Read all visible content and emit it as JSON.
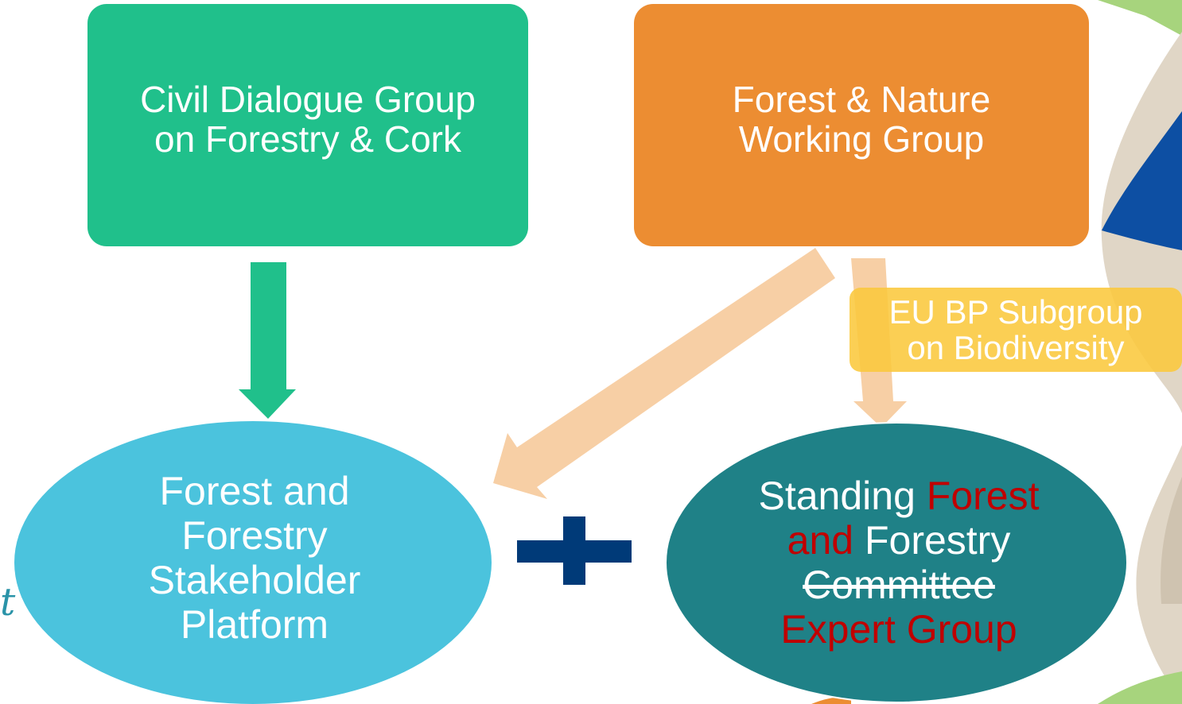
{
  "diagram": {
    "green_box": {
      "line1": "Civil Dialogue Group",
      "line2": "on Forestry & Cork"
    },
    "orange_box": {
      "line1": "Forest & Nature",
      "line2": "Working Group"
    },
    "subgroup_box": {
      "line1": "EU BP Subgroup",
      "line2": "on Biodiversity"
    },
    "platform": {
      "line1": "Forest and",
      "line2": "Forestry",
      "line3": "Stakeholder",
      "line4": "Platform"
    },
    "expert_group": {
      "line1_plain": "Standing ",
      "line1_red": "Forest",
      "line2_red": "and",
      "line2_plain": " Forestry",
      "line3_struck": "Committee",
      "line4_red": "Expert Group"
    },
    "side_fragment": "t",
    "colors": {
      "green": "#20c08b",
      "orange": "#ec8d32",
      "light_orange_arrow": "#f7cfa5",
      "yellow": "#fac83c",
      "light_blue": "#4bc3dd",
      "teal": "#1f8187",
      "navy_plus": "#003a78",
      "red_text": "#c00000"
    },
    "icons": [
      "down-arrow",
      "diagonal-arrow",
      "plus-sign"
    ]
  }
}
